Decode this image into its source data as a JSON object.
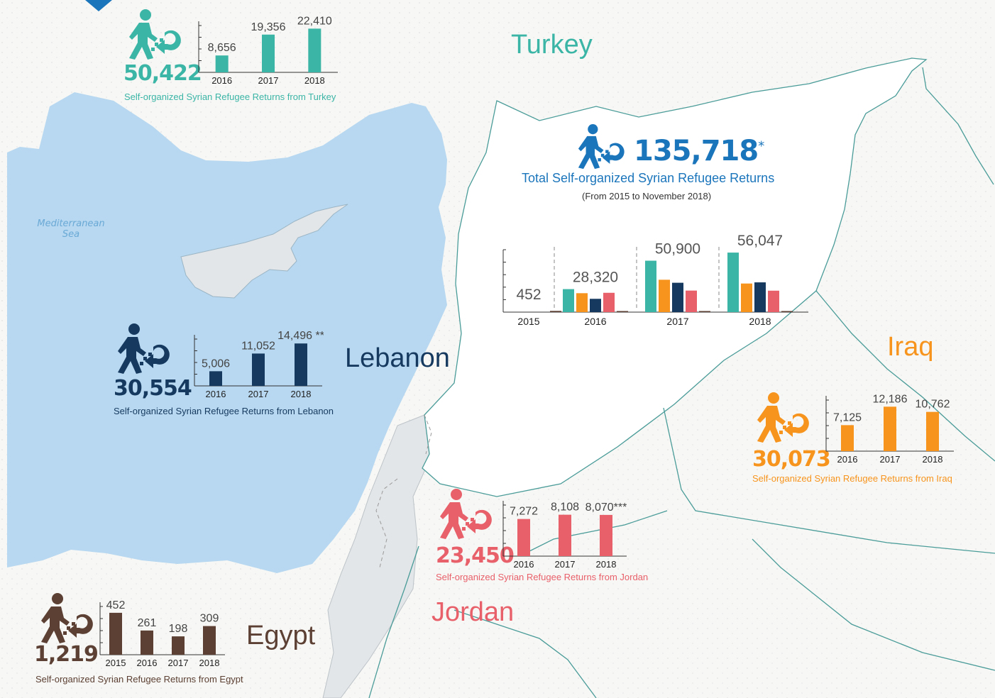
{
  "map": {
    "sea_label_line1": "Mediterranean",
    "sea_label_line2": "Sea",
    "countries": {
      "turkey": "Turkey",
      "lebanon": "Lebanon",
      "iraq": "Iraq",
      "jordan": "Jordan",
      "egypt": "Egypt"
    },
    "colors": {
      "sea": "#b7d8f0",
      "land": "#ffffff",
      "neighbor": "#e3e6e8",
      "border": "#4a9c99"
    }
  },
  "total": {
    "value": "135,718",
    "marker": "*",
    "title": "Total Self-organized Syrian Refugee Returns",
    "subtitle": "(From 2015 to November 2018)",
    "color": "#1b75bb"
  },
  "panels": {
    "turkey": {
      "total": "50,422",
      "caption": "Self-organized Syrian Refugee Returns from Turkey",
      "color": "#3bb5a6",
      "icon": "returning-person-icon"
    },
    "lebanon": {
      "total": "30,554",
      "caption": "Self-organized Syrian Refugee Returns from Lebanon",
      "color": "#163a5f",
      "icon": "returning-person-icon"
    },
    "iraq": {
      "total": "30,073",
      "caption": "Self-organized Syrian Refugee Returns from Iraq",
      "color": "#f7941d",
      "icon": "returning-person-icon"
    },
    "jordan": {
      "total": "23,450",
      "caption": "Self-organized Syrian Refugee Returns from Jordan",
      "color": "#e8606a",
      "icon": "returning-person-icon"
    },
    "egypt": {
      "total": "1,219",
      "caption": "Self-organized Syrian Refugee Returns from Egypt",
      "color": "#5c4033",
      "icon": "returning-person-icon"
    }
  },
  "chart_data": [
    {
      "id": "turkey",
      "type": "bar",
      "categories": [
        "2016",
        "2017",
        "2018"
      ],
      "values": [
        8656,
        19356,
        22410
      ],
      "labels": [
        "8,656",
        "19,356",
        "22,410"
      ],
      "ylim": [
        0,
        24000
      ]
    },
    {
      "id": "lebanon",
      "type": "bar",
      "categories": [
        "2016",
        "2017",
        "2018"
      ],
      "values": [
        5006,
        11052,
        14496
      ],
      "labels": [
        "5,006",
        "11,052",
        "14,496 **"
      ],
      "ylim": [
        0,
        16000
      ]
    },
    {
      "id": "iraq",
      "type": "bar",
      "categories": [
        "2016",
        "2017",
        "2018"
      ],
      "values": [
        7125,
        12186,
        10762
      ],
      "labels": [
        "7,125",
        "12,186",
        "10,762"
      ],
      "ylim": [
        0,
        14000
      ]
    },
    {
      "id": "jordan",
      "type": "bar",
      "categories": [
        "2016",
        "2017",
        "2018"
      ],
      "values": [
        7272,
        8108,
        8070
      ],
      "labels": [
        "7,272",
        "8,108",
        "8,070***"
      ],
      "ylim": [
        0,
        10000
      ]
    },
    {
      "id": "egypt",
      "type": "bar",
      "categories": [
        "2015",
        "2016",
        "2017",
        "2018"
      ],
      "values": [
        452,
        261,
        198,
        309
      ],
      "labels": [
        "452",
        "261",
        "198",
        "309"
      ],
      "ylim": [
        0,
        520
      ]
    },
    {
      "id": "total",
      "type": "bar",
      "categories": [
        "2015",
        "2016",
        "2017",
        "2018"
      ],
      "totals": [
        "452",
        "28,320",
        "50,900",
        "56,047"
      ],
      "series": [
        {
          "color": "#3bb5a6",
          "values": [
            0,
            8656,
            19356,
            22410
          ]
        },
        {
          "color": "#f7941d",
          "values": [
            0,
            7125,
            12186,
            10762
          ]
        },
        {
          "color": "#163a5f",
          "values": [
            0,
            5006,
            11052,
            11205
          ]
        },
        {
          "color": "#e8606a",
          "values": [
            0,
            7272,
            8108,
            8070
          ]
        },
        {
          "color": "#5c4033",
          "values": [
            452,
            261,
            198,
            309
          ]
        }
      ],
      "ylim": [
        0,
        23500
      ]
    }
  ]
}
